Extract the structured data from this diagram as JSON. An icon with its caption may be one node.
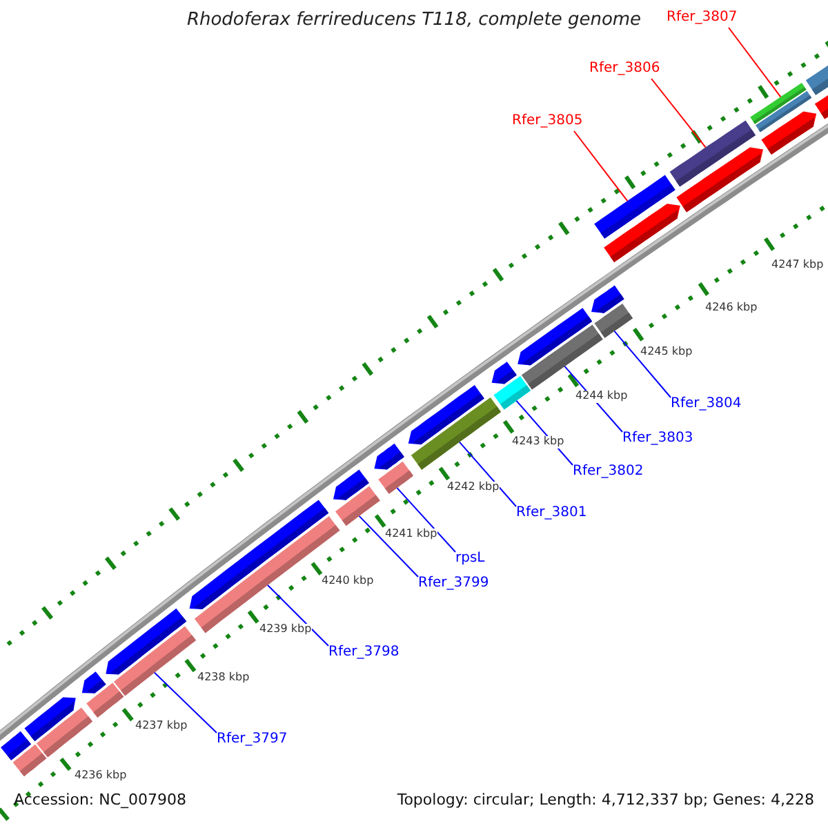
{
  "diagram": {
    "title": "Rhodoferax ferrireducens T118, complete genome",
    "nodes": [
      {
        "text": [
          "Rfer_3807"
        ]
      },
      {
        "text": [
          "Rfer_3806"
        ]
      },
      {
        "text": [
          "Rfer_3805"
        ]
      },
      {
        "text": [
          "Rfer_3804"
        ]
      },
      {
        "text": [
          "Rfer_3803"
        ]
      },
      {
        "text": [
          "Rfer_3802"
        ]
      },
      {
        "text": [
          "Rfer_3801"
        ]
      },
      {
        "text": [
          "rpsL"
        ]
      },
      {
        "text": [
          "Rfer_3799"
        ]
      },
      {
        "text": [
          "Rfer_3798"
        ]
      },
      {
        "text": [
          "Rfer_3797"
        ]
      },
      {
        "text": [],
        "shape": "bar"
      },
      {
        "text": [],
        "shape": "pentagon"
      },
      {
        "text": [],
        "shape": "pentagon"
      },
      {
        "text": [],
        "shape": "pentagon"
      },
      {
        "text": [],
        "shape": "pentagon"
      },
      {
        "text": [],
        "shape": "pentagon"
      },
      {
        "text": [],
        "shape": "pentagon"
      },
      {
        "text": [],
        "shape": "pentagon"
      },
      {
        "text": [],
        "shape": "pentagon"
      },
      {
        "text": [],
        "shape": "pentagon"
      },
      {
        "text": [],
        "shape": "pentagon"
      },
      {
        "text": [],
        "shape": "bar"
      },
      {
        "text": [],
        "shape": "bar"
      },
      {
        "text": [],
        "shape": "bar"
      },
      {
        "text": [],
        "shape": "bar"
      },
      {
        "text": [],
        "shape": "bar"
      },
      {
        "text": [],
        "shape": "bar"
      },
      {
        "text": [],
        "shape": "bar"
      },
      {
        "text": [],
        "shape": "bar"
      },
      {
        "text": [],
        "shape": "bar"
      },
      {
        "text": [],
        "shape": "bar"
      },
      {
        "text": [],
        "shape": "bar"
      },
      {
        "text": [],
        "shape": "bar"
      },
      {
        "text": [],
        "shape": "bar"
      },
      {
        "text": [],
        "shape": "bar"
      },
      {
        "text": [],
        "shape": "bar"
      },
      {
        "text": [],
        "shape": "bar"
      },
      {
        "text": [],
        "shape": "pentagon"
      },
      {
        "text": [],
        "shape": "pentagon"
      },
      {
        "text": [],
        "shape": "pentagon"
      },
      {
        "text": [],
        "shape": "pentagon"
      }
    ],
    "edges": [
      {
        "from": 0,
        "to": 35,
        "arrow": "none",
        "color": "#ff0000"
      },
      {
        "from": 1,
        "to": 34,
        "arrow": "none",
        "color": "#ff0000"
      },
      {
        "from": 2,
        "to": 33,
        "arrow": "none",
        "color": "#ff0000"
      },
      {
        "from": 3,
        "to": 32,
        "arrow": "none"
      },
      {
        "from": 4,
        "to": 31,
        "arrow": "none"
      },
      {
        "from": 5,
        "to": 30,
        "arrow": "none"
      },
      {
        "from": 6,
        "to": 29,
        "arrow": "none"
      },
      {
        "from": 7,
        "to": 28,
        "arrow": "none"
      },
      {
        "from": 8,
        "to": 27,
        "arrow": "none"
      },
      {
        "from": 9,
        "to": 26,
        "arrow": "none"
      },
      {
        "from": 10,
        "to": 25,
        "arrow": "none"
      }
    ],
    "labels": [
      "4247 kbp",
      "4246 kbp",
      "4245 kbp",
      "4244 kbp",
      "4243 kbp",
      "4242 kbp",
      "4241 kbp",
      "4240 kbp",
      "4239 kbp",
      "4238 kbp",
      "4237 kbp",
      "4236 kbp",
      "Accession: NC_007908",
      "Topology: circular; Length: 4,712,337 bp; Genes: 4,228"
    ]
  }
}
